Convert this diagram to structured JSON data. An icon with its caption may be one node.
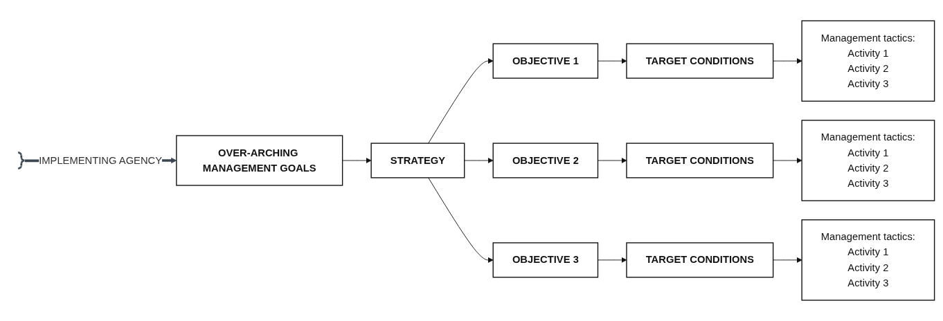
{
  "diagram": {
    "nodes": [
      {
        "text": [
          "OVER-ARCHING MANAGEMENT GOALS"
        ]
      },
      {
        "text": [
          "STRATEGY"
        ]
      },
      {
        "text": [
          "OBJECTIVE 1"
        ]
      },
      {
        "text": [
          "TARGET CONDITIONS"
        ]
      },
      {
        "text": [
          "Management tactics:",
          "Activity 1",
          "Activity 2",
          "Activity 3"
        ]
      },
      {
        "text": [
          "OBJECTIVE 2"
        ]
      },
      {
        "text": [
          "TARGET CONDITIONS"
        ]
      },
      {
        "text": [
          "Management tactics:",
          "Activity 1",
          "Activity 2",
          "Activity 3"
        ]
      },
      {
        "text": [
          "OBJECTIVE 3"
        ]
      },
      {
        "text": [
          "TARGET CONDITIONS"
        ]
      },
      {
        "text": [
          "Management tactics:",
          "Activity 1",
          "Activity 2",
          "Activity 3"
        ]
      },
      {
        "text": [],
        "shape": "brace"
      }
    ],
    "edges": [
      {
        "from": 0,
        "to": 1,
        "arrow": "to"
      },
      {
        "from": 1,
        "to": 2,
        "arrow": "to"
      },
      {
        "from": 1,
        "to": 5,
        "arrow": "to"
      },
      {
        "from": 1,
        "to": 8,
        "arrow": "to"
      },
      {
        "from": 2,
        "to": 3,
        "arrow": "to"
      },
      {
        "from": 3,
        "to": 4,
        "arrow": "to"
      },
      {
        "from": 5,
        "to": 6,
        "arrow": "to"
      },
      {
        "from": 6,
        "to": 7,
        "arrow": "to"
      },
      {
        "from": 8,
        "to": 9,
        "arrow": "to"
      },
      {
        "from": 9,
        "to": 10,
        "arrow": "to"
      },
      {
        "from": 11,
        "to": 0,
        "arrow": "to",
        "label": "IMPLEMENTING AGENCY",
        "style": "thick",
        "color": "#3a4652"
      }
    ]
  }
}
